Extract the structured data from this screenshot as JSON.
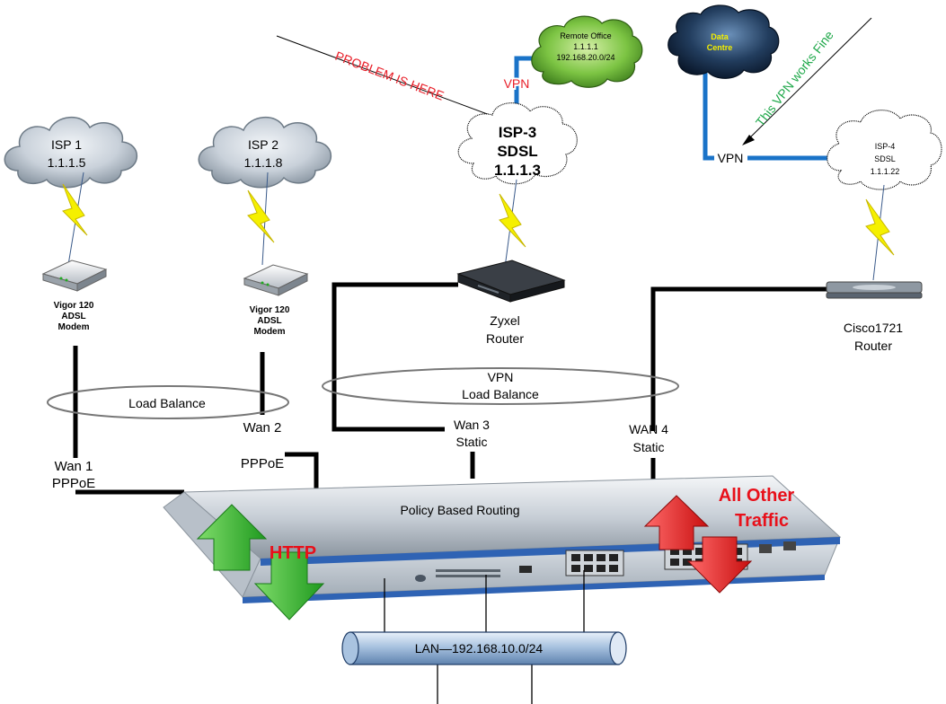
{
  "isp1": {
    "name": "ISP 1",
    "ip": "1.1.1.5"
  },
  "isp2": {
    "name": "ISP 2",
    "ip": "1.1.1.8"
  },
  "isp3": {
    "name": "ISP-3",
    "type": "SDSL",
    "ip": "1.1.1.3"
  },
  "isp4": {
    "name": "ISP-4",
    "type": "SDSL",
    "ip": "1.1.1.22"
  },
  "remote_office": {
    "name": "Remote Office",
    "ip": "1.1.1.1",
    "subnet": "192.168.20.0/24"
  },
  "data_centre": {
    "line1": "Data",
    "line2": "Centre"
  },
  "modem1": {
    "line1": "Vigor 120",
    "line2": "ADSL",
    "line3": "Modem"
  },
  "modem2": {
    "line1": "Vigor 120",
    "line2": "ADSL",
    "line3": "Modem"
  },
  "zyxel": {
    "line1": "Zyxel",
    "line2": "Router"
  },
  "cisco": {
    "line1": "Cisco1721",
    "line2": "Router"
  },
  "annotations": {
    "problem": "PROBLEM IS HERE",
    "vpn_fine": "This VPN works Fine",
    "vpn_remote": "VPN",
    "vpn_datacentre": "VPN"
  },
  "load_balance_left": "Load Balance",
  "load_balance_right": {
    "line1": "VPN",
    "line2": "Load Balance"
  },
  "wan1": {
    "line1": "Wan 1",
    "line2": "PPPoE"
  },
  "wan2": {
    "line1": "Wan 2",
    "line2": "PPPoE"
  },
  "wan3": {
    "line1": "Wan 3",
    "line2": "Static"
  },
  "wan4": {
    "line1": "WAN 4",
    "line2": "Static"
  },
  "router_label": "Policy Based Routing",
  "traffic": {
    "http": "HTTP",
    "other_line1": "All Other",
    "other_line2": "Traffic"
  },
  "lan_label": "LAN—192.168.10.0/24",
  "colors": {
    "vpn_link": "#1a73c8",
    "problem_text": "#e8202a",
    "fine_text": "#1fa84a",
    "traffic_text": "#e8101a",
    "arrow_green": "#39b839",
    "arrow_red": "#e02222",
    "lightning": "#f5f000"
  }
}
